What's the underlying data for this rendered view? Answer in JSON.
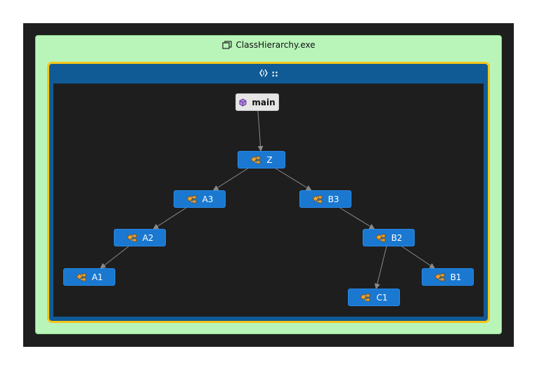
{
  "assembly": {
    "title": "ClassHierarchy.exe",
    "icon": "assembly-icon",
    "color": "#b9f5b9"
  },
  "namespace": {
    "title": "::",
    "icon": "namespace-icon",
    "border_color": "#f5c518",
    "header_color": "#105a95"
  },
  "nodes": [
    {
      "id": "main",
      "label": "main",
      "kind": "method",
      "icon": "method-cube-icon"
    },
    {
      "id": "Z",
      "label": "Z",
      "kind": "class",
      "icon": "class-icon"
    },
    {
      "id": "A3",
      "label": "A3",
      "kind": "class",
      "icon": "class-icon"
    },
    {
      "id": "B3",
      "label": "B3",
      "kind": "class",
      "icon": "class-icon"
    },
    {
      "id": "A2",
      "label": "A2",
      "kind": "class",
      "icon": "class-icon"
    },
    {
      "id": "B2",
      "label": "B2",
      "kind": "class",
      "icon": "class-icon"
    },
    {
      "id": "A1",
      "label": "A1",
      "kind": "class",
      "icon": "class-icon"
    },
    {
      "id": "C1",
      "label": "C1",
      "kind": "class",
      "icon": "class-icon"
    },
    {
      "id": "B1",
      "label": "B1",
      "kind": "class",
      "icon": "class-icon"
    }
  ],
  "edges": [
    [
      "main",
      "Z"
    ],
    [
      "Z",
      "A3"
    ],
    [
      "Z",
      "B3"
    ],
    [
      "A3",
      "A2"
    ],
    [
      "A2",
      "A1"
    ],
    [
      "B3",
      "B2"
    ],
    [
      "B2",
      "C1"
    ],
    [
      "B2",
      "B1"
    ]
  ],
  "colors": {
    "class_fill": "#1a78d0",
    "edge": "#8a8a8a",
    "canvas": "#1e1e1e"
  }
}
